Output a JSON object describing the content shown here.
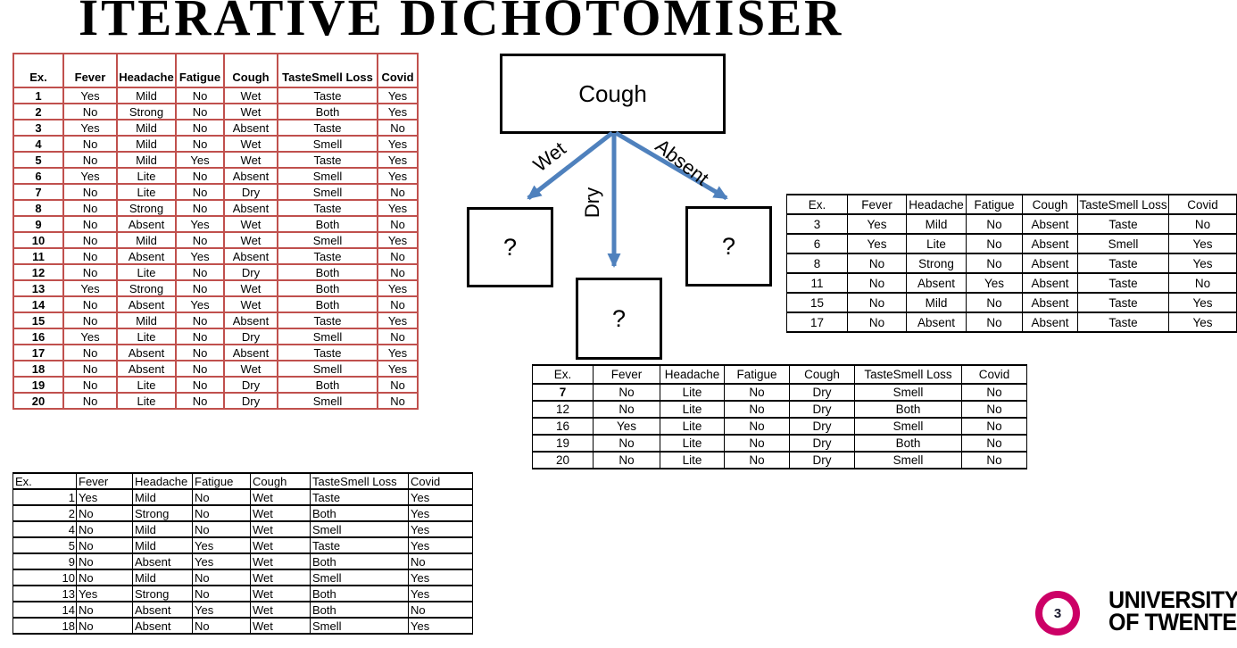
{
  "title": "ITERATIVE DICHOTOMISER",
  "colors": {
    "main_table_border": "#C0504D",
    "arrow_blue": "#4F81BD",
    "logo_magenta": "#CC0066"
  },
  "tree": {
    "root_label": "Cough",
    "branch_labels": {
      "left": "Wet",
      "middle": "Dry",
      "right": "Absent"
    },
    "leaf_placeholder": "?"
  },
  "footer": {
    "page_number": "3",
    "logo_line1": "UNIVERSITY",
    "logo_line2": "OF TWENTE"
  },
  "tables": {
    "main": {
      "headers": [
        "Ex.",
        "Fever",
        "Headache",
        "Fatigue",
        "Cough",
        "TasteSmell Loss",
        "Covid"
      ],
      "rows": [
        [
          "1",
          "Yes",
          "Mild",
          "No",
          "Wet",
          "Taste",
          "Yes"
        ],
        [
          "2",
          "No",
          "Strong",
          "No",
          "Wet",
          "Both",
          "Yes"
        ],
        [
          "3",
          "Yes",
          "Mild",
          "No",
          "Absent",
          "Taste",
          "No"
        ],
        [
          "4",
          "No",
          "Mild",
          "No",
          "Wet",
          "Smell",
          "Yes"
        ],
        [
          "5",
          "No",
          "Mild",
          "Yes",
          "Wet",
          "Taste",
          "Yes"
        ],
        [
          "6",
          "Yes",
          "Lite",
          "No",
          "Absent",
          "Smell",
          "Yes"
        ],
        [
          "7",
          "No",
          "Lite",
          "No",
          "Dry",
          "Smell",
          "No"
        ],
        [
          "8",
          "No",
          "Strong",
          "No",
          "Absent",
          "Taste",
          "Yes"
        ],
        [
          "9",
          "No",
          "Absent",
          "Yes",
          "Wet",
          "Both",
          "No"
        ],
        [
          "10",
          "No",
          "Mild",
          "No",
          "Wet",
          "Smell",
          "Yes"
        ],
        [
          "11",
          "No",
          "Absent",
          "Yes",
          "Absent",
          "Taste",
          "No"
        ],
        [
          "12",
          "No",
          "Lite",
          "No",
          "Dry",
          "Both",
          "No"
        ],
        [
          "13",
          "Yes",
          "Strong",
          "No",
          "Wet",
          "Both",
          "Yes"
        ],
        [
          "14",
          "No",
          "Absent",
          "Yes",
          "Wet",
          "Both",
          "No"
        ],
        [
          "15",
          "No",
          "Mild",
          "No",
          "Absent",
          "Taste",
          "Yes"
        ],
        [
          "16",
          "Yes",
          "Lite",
          "No",
          "Dry",
          "Smell",
          "No"
        ],
        [
          "17",
          "No",
          "Absent",
          "No",
          "Absent",
          "Taste",
          "Yes"
        ],
        [
          "18",
          "No",
          "Absent",
          "No",
          "Wet",
          "Smell",
          "Yes"
        ],
        [
          "19",
          "No",
          "Lite",
          "No",
          "Dry",
          "Both",
          "No"
        ],
        [
          "20",
          "No",
          "Lite",
          "No",
          "Dry",
          "Smell",
          "No"
        ]
      ]
    },
    "absent_subset": {
      "headers": [
        "Ex.",
        "Fever",
        "Headache",
        "Fatigue",
        "Cough",
        "TasteSmell Loss",
        "Covid"
      ],
      "rows": [
        [
          "3",
          "Yes",
          "Mild",
          "No",
          "Absent",
          "Taste",
          "No"
        ],
        [
          "6",
          "Yes",
          "Lite",
          "No",
          "Absent",
          "Smell",
          "Yes"
        ],
        [
          "8",
          "No",
          "Strong",
          "No",
          "Absent",
          "Taste",
          "Yes"
        ],
        [
          "11",
          "No",
          "Absent",
          "Yes",
          "Absent",
          "Taste",
          "No"
        ],
        [
          "15",
          "No",
          "Mild",
          "No",
          "Absent",
          "Taste",
          "Yes"
        ],
        [
          "17",
          "No",
          "Absent",
          "No",
          "Absent",
          "Taste",
          "Yes"
        ]
      ]
    },
    "dry_subset": {
      "headers": [
        "Ex.",
        "Fever",
        "Headache",
        "Fatigue",
        "Cough",
        "TasteSmell Loss",
        "Covid"
      ],
      "rows": [
        [
          "7",
          "No",
          "Lite",
          "No",
          "Dry",
          "Smell",
          "No"
        ],
        [
          "12",
          "No",
          "Lite",
          "No",
          "Dry",
          "Both",
          "No"
        ],
        [
          "16",
          "Yes",
          "Lite",
          "No",
          "Dry",
          "Smell",
          "No"
        ],
        [
          "19",
          "No",
          "Lite",
          "No",
          "Dry",
          "Both",
          "No"
        ],
        [
          "20",
          "No",
          "Lite",
          "No",
          "Dry",
          "Smell",
          "No"
        ]
      ]
    },
    "wet_subset": {
      "headers": [
        "Ex.",
        "Fever",
        "Headache",
        "Fatigue",
        "Cough",
        "TasteSmell Loss",
        "Covid"
      ],
      "rows": [
        [
          "1",
          "Yes",
          "Mild",
          "No",
          "Wet",
          "Taste",
          "Yes"
        ],
        [
          "2",
          "No",
          "Strong",
          "No",
          "Wet",
          "Both",
          "Yes"
        ],
        [
          "4",
          "No",
          "Mild",
          "No",
          "Wet",
          "Smell",
          "Yes"
        ],
        [
          "5",
          "No",
          "Mild",
          "Yes",
          "Wet",
          "Taste",
          "Yes"
        ],
        [
          "9",
          "No",
          "Absent",
          "Yes",
          "Wet",
          "Both",
          "No"
        ],
        [
          "10",
          "No",
          "Mild",
          "No",
          "Wet",
          "Smell",
          "Yes"
        ],
        [
          "13",
          "Yes",
          "Strong",
          "No",
          "Wet",
          "Both",
          "Yes"
        ],
        [
          "14",
          "No",
          "Absent",
          "Yes",
          "Wet",
          "Both",
          "No"
        ],
        [
          "18",
          "No",
          "Absent",
          "No",
          "Wet",
          "Smell",
          "Yes"
        ]
      ]
    }
  }
}
